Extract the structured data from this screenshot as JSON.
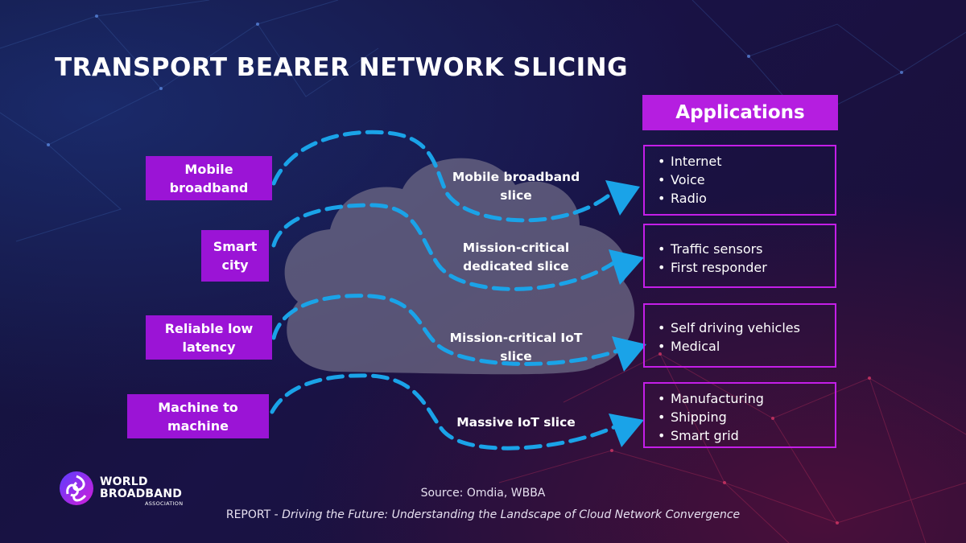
{
  "title": "TRANSPORT BEARER NETWORK SLICING",
  "sources": [
    {
      "label": "Mobile broadband"
    },
    {
      "label": "Smart city"
    },
    {
      "label": "Reliable low latency"
    },
    {
      "label": "Machine to machine"
    }
  ],
  "slices": [
    {
      "label": "Mobile broadband slice"
    },
    {
      "label": "Mission-critical dedicated slice"
    },
    {
      "label": "Mission-critical IoT slice"
    },
    {
      "label": "Massive IoT slice"
    }
  ],
  "applications": {
    "header": "Applications",
    "groups": [
      {
        "items": [
          "Internet",
          "Voice",
          "Radio"
        ]
      },
      {
        "items": [
          "Traffic sensors",
          "First responder"
        ]
      },
      {
        "items": [
          "Self driving vehicles",
          "Medical"
        ]
      },
      {
        "items": [
          "Manufacturing",
          "Shipping",
          "Smart grid"
        ]
      }
    ]
  },
  "logo": {
    "line1": "WORLD",
    "line2": "BROADBAND",
    "line3": "ASSOCIATION"
  },
  "source_note": "Source: Omdia, WBBA",
  "report_note": {
    "prefix": "REPORT - ",
    "title": "Driving the Future: Understanding the Landscape of Cloud Network Convergence"
  },
  "colors": {
    "accent_purple": "#9b14d6",
    "header_purple": "#b51ee0",
    "box_border": "#c41ee8",
    "dash_blue": "#1aa3e8",
    "cloud": "#6e6a86"
  }
}
